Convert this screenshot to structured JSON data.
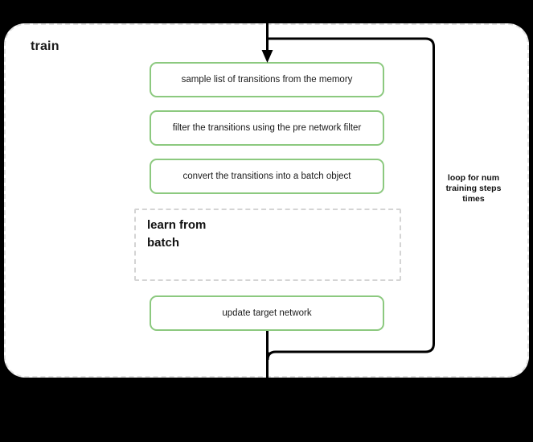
{
  "diagram": {
    "container": {
      "title": "train"
    },
    "steps": [
      {
        "id": "sample",
        "label": "sample list of transitions from the memory"
      },
      {
        "id": "filter",
        "label": "filter the transitions using the pre network filter"
      },
      {
        "id": "convert",
        "label": "convert the transitions into a batch object"
      },
      {
        "id": "update",
        "label": "update target network"
      }
    ],
    "subprocess": {
      "label": "learn from\nbatch"
    },
    "loop": {
      "label": "loop for num\ntraining steps\ntimes"
    },
    "colors": {
      "step_border": "#8cc97f",
      "step_fill": "#ffffff",
      "container_border": "#e0e0e0",
      "subprocess_border": "#d4d4d4",
      "wire": "#000000",
      "text": "#1a1a1a",
      "backdrop": "#000000"
    }
  }
}
